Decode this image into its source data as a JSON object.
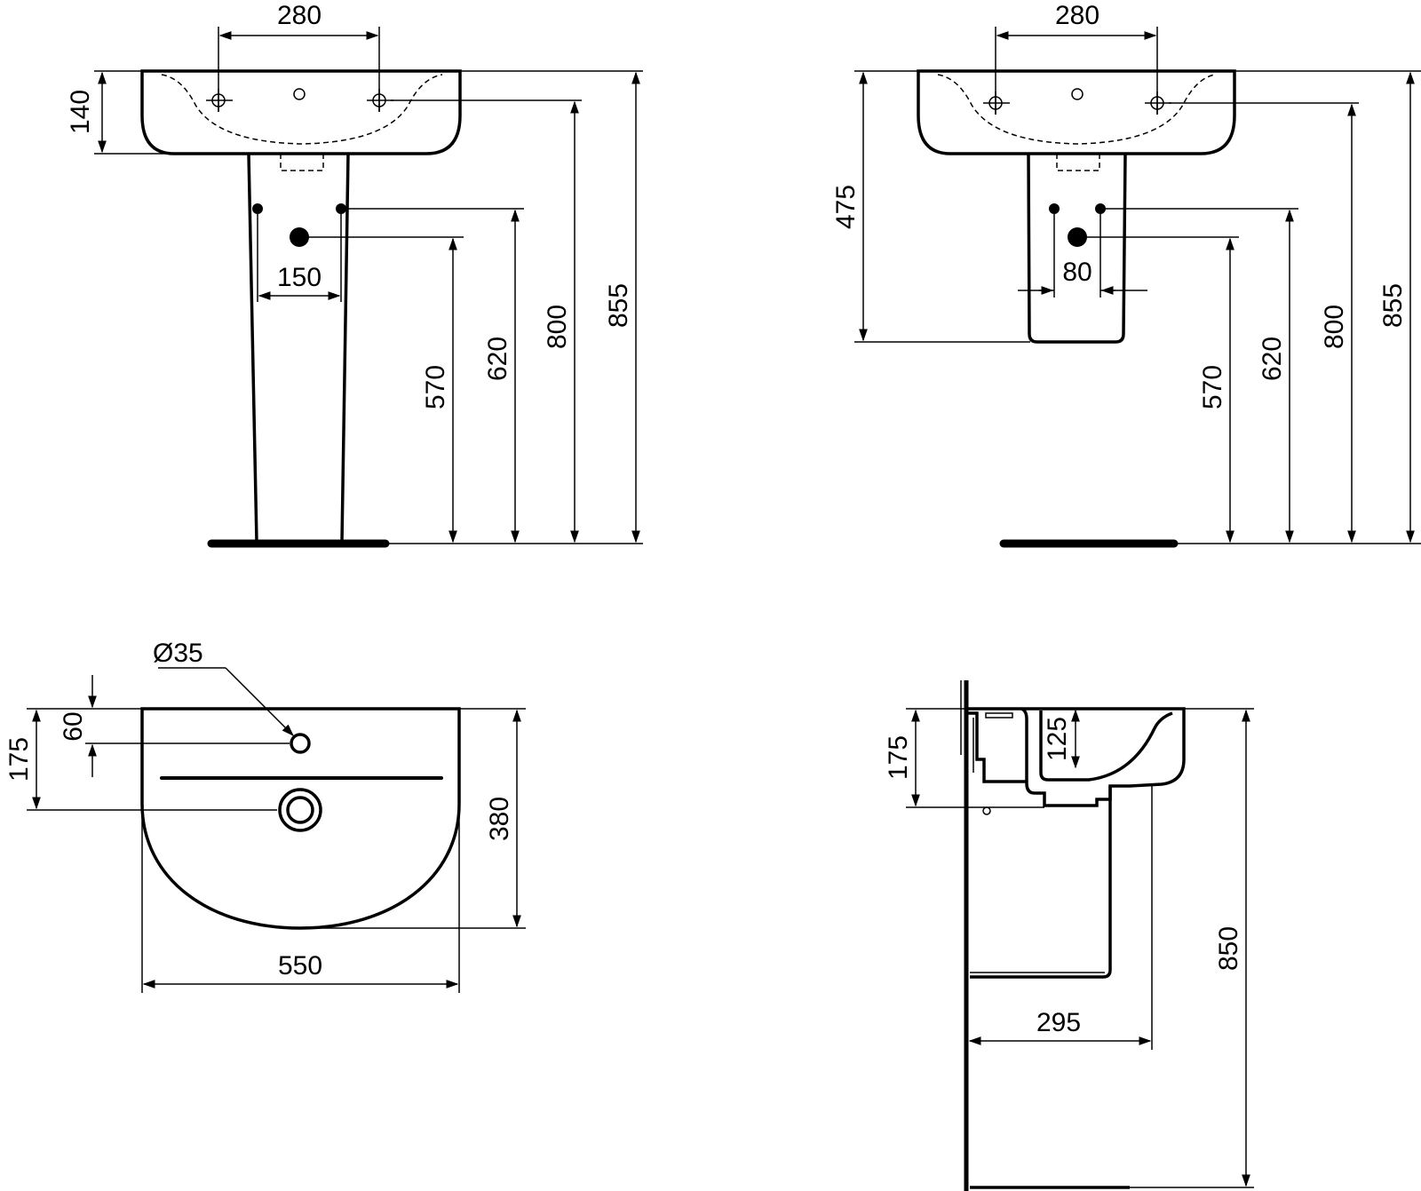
{
  "views": {
    "front_pedestal": {
      "tap_hole_spacing": "280",
      "basin_height": "140",
      "wall_fixing_spacing": "150",
      "waste_height": "570",
      "fixing_height": "620",
      "rim_height": "800",
      "overall_height": "855"
    },
    "front_semi_pedestal": {
      "tap_hole_spacing": "280",
      "shroud_bottom_height": "475",
      "wall_fixing_spacing": "80",
      "waste_height": "570",
      "fixing_height": "620",
      "rim_height": "800",
      "overall_height": "855"
    },
    "plan": {
      "tap_hole_diameter": "Ø35",
      "tap_hole_offset": "60",
      "waste_offset": "175",
      "depth": "380",
      "width": "550"
    },
    "side": {
      "bowl_depth": "125",
      "fixing_offset": "175",
      "height": "850",
      "projection": "295"
    }
  },
  "colors": {
    "line": "#000000",
    "background": "#ffffff"
  },
  "icons": {
    "arrowhead": "arrow-head-icon",
    "tap_hole": "tap-hole-icon",
    "waste": "waste-outlet-icon"
  }
}
